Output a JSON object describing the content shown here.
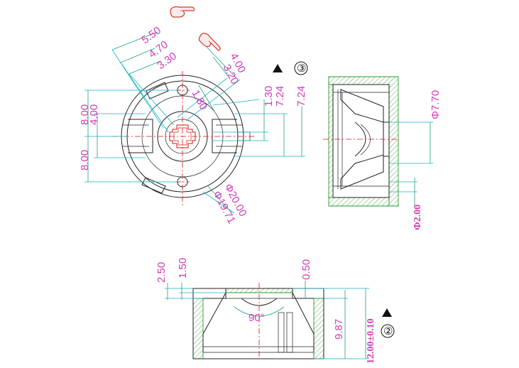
{
  "colors": {
    "dimension_text": "#d33ab8",
    "dimension_line": "#1aa07f",
    "extension_line": "#14b3c9",
    "center_line": "#d71414",
    "section_hatch": "#2a9a2a",
    "outline": "#222222",
    "pointer_icon": "#d33a2c"
  },
  "icons": {
    "pointer_1": "pointing-hand-icon",
    "pointer_2": "pointing-hand-icon"
  },
  "top_view": {
    "dims": {
      "d_5_50": "5.50",
      "d_4_70": "4.70",
      "d_3_30": "3.30",
      "d_4_00": "4.00",
      "d_3_20": "3.20",
      "d_1_80": "1.80",
      "d_1_30": "1.30",
      "d_7_24_a": "7.24",
      "d_7_24_b": "7.24",
      "d_8_00_a": "8.00",
      "d_4_00_left": "4.00",
      "d_8_00_b": "8.00",
      "d_phi20": "Φ20.00",
      "d_phi19": "Φ19.71"
    },
    "view_marker": "③"
  },
  "side_view": {
    "dims": {
      "d_phi7_70": "Φ7.70",
      "d_phi2_00": "Φ2.00"
    }
  },
  "front_view": {
    "dims": {
      "d_2_50": "2.50",
      "d_1_50": "1.50",
      "d_0_50": "0.50",
      "d_angle": "90°",
      "d_9_87": "9.87",
      "d_height": "12.00±0.10"
    },
    "view_marker": "②"
  }
}
